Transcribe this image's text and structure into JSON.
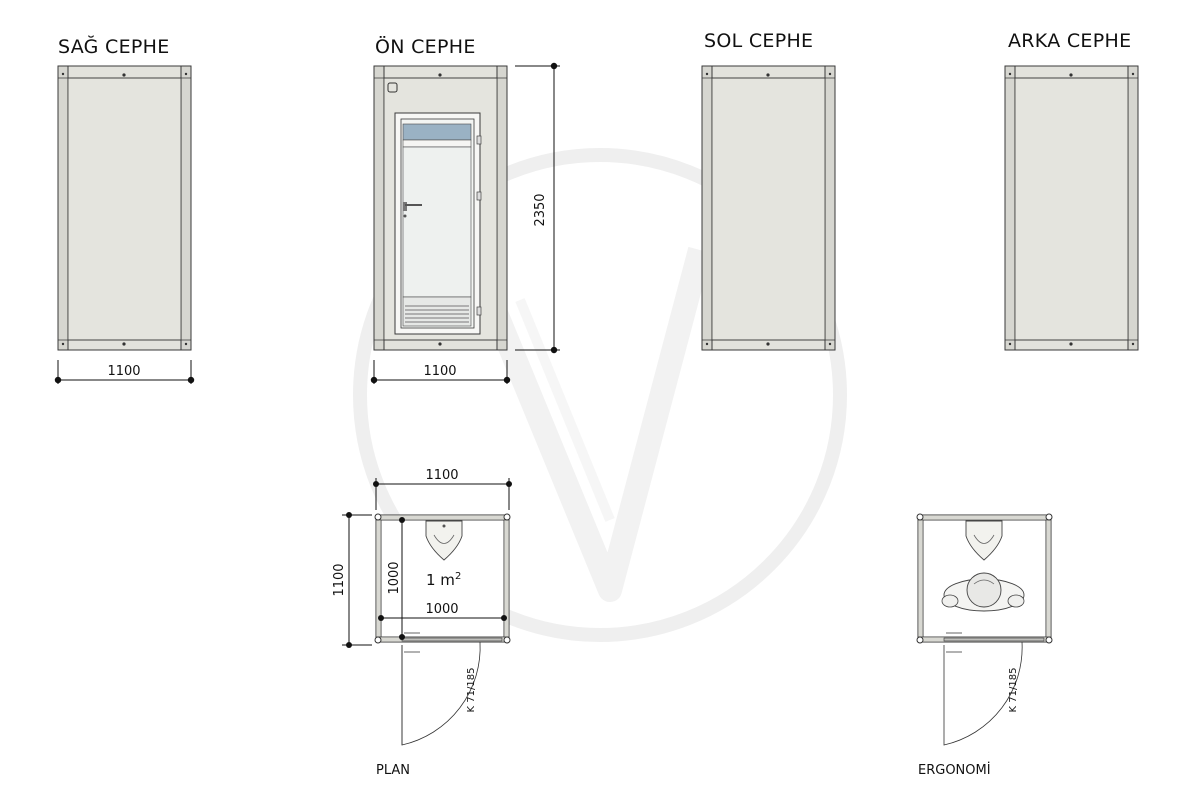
{
  "elevations": {
    "sag": "SAĞ CEPHE",
    "on": "ÖN CEPHE",
    "sol": "SOL CEPHE",
    "arka": "ARKA CEPHE"
  },
  "dimensions": {
    "sag_width": "1100",
    "on_width": "1100",
    "height": "2350",
    "plan_width": "1100",
    "plan_depth": "1100",
    "inner_width": "1000",
    "inner_depth": "1000",
    "area_value": "1 m",
    "area_sup": "2",
    "door_plan": "K 71/185",
    "door_ergo": "K 71/185"
  },
  "labels": {
    "plan": "PLAN",
    "ergonomi": "ERGONOMİ"
  },
  "colors": {
    "panel": "#e2e2dc",
    "frame": "#d0d0ca",
    "stroke": "#3a3a3a",
    "glass": "#eef1ef",
    "glass_top": "#9ab2c4",
    "watermark": "#f1f1f1"
  }
}
